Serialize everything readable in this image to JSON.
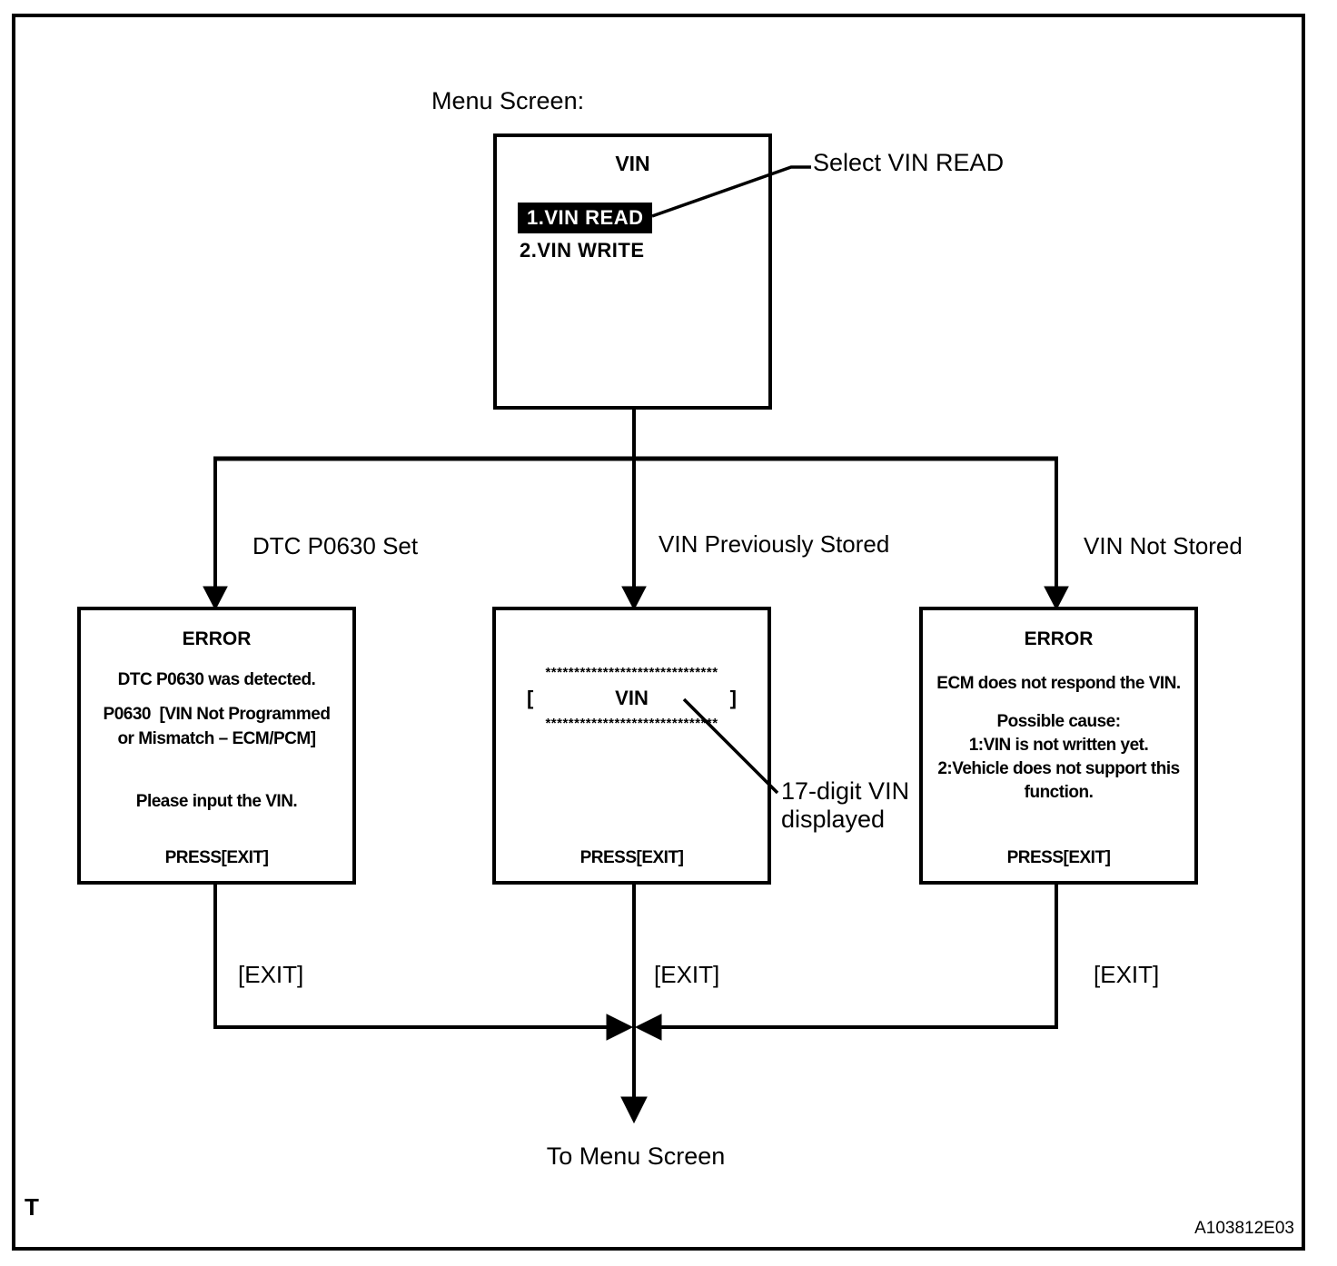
{
  "title": "Menu Screen:",
  "menu_screen": {
    "heading": "VIN",
    "item_selected": "1.VIN READ",
    "item_second": "2.VIN WRITE",
    "callout": "Select VIN READ"
  },
  "branches": {
    "left": {
      "label": "DTC P0630 Set",
      "exit": "[EXIT]"
    },
    "center": {
      "label": "VIN Previously Stored",
      "exit": "[EXIT]"
    },
    "right": {
      "label": "VIN Not Stored",
      "exit": "[EXIT]"
    }
  },
  "screens": {
    "dtc_error": {
      "title": "ERROR",
      "line1": "DTC P0630 was detected.",
      "line2": "P0630  [VIN Not Programmed",
      "line3": "or Mismatch – ECM/PCM]",
      "line4": "Please input the VIN.",
      "footer": "PRESS[EXIT]"
    },
    "vin_display": {
      "stars": "******************************",
      "open_bracket": "[",
      "label": "VIN",
      "close_bracket": "]",
      "footer": "PRESS[EXIT]",
      "callout_line1": "17-digit VIN",
      "callout_line2": "displayed"
    },
    "ecm_error": {
      "title": "ERROR",
      "line1": "ECM does not respond the VIN.",
      "line2": "Possible cause:",
      "line3": "1:VIN is not written yet.",
      "line4": "2:Vehicle does not support this",
      "line5": "function.",
      "footer": "PRESS[EXIT]"
    }
  },
  "footer": {
    "to_menu": "To Menu Screen",
    "page_mark": "T",
    "figure_code": "A103812E03"
  }
}
